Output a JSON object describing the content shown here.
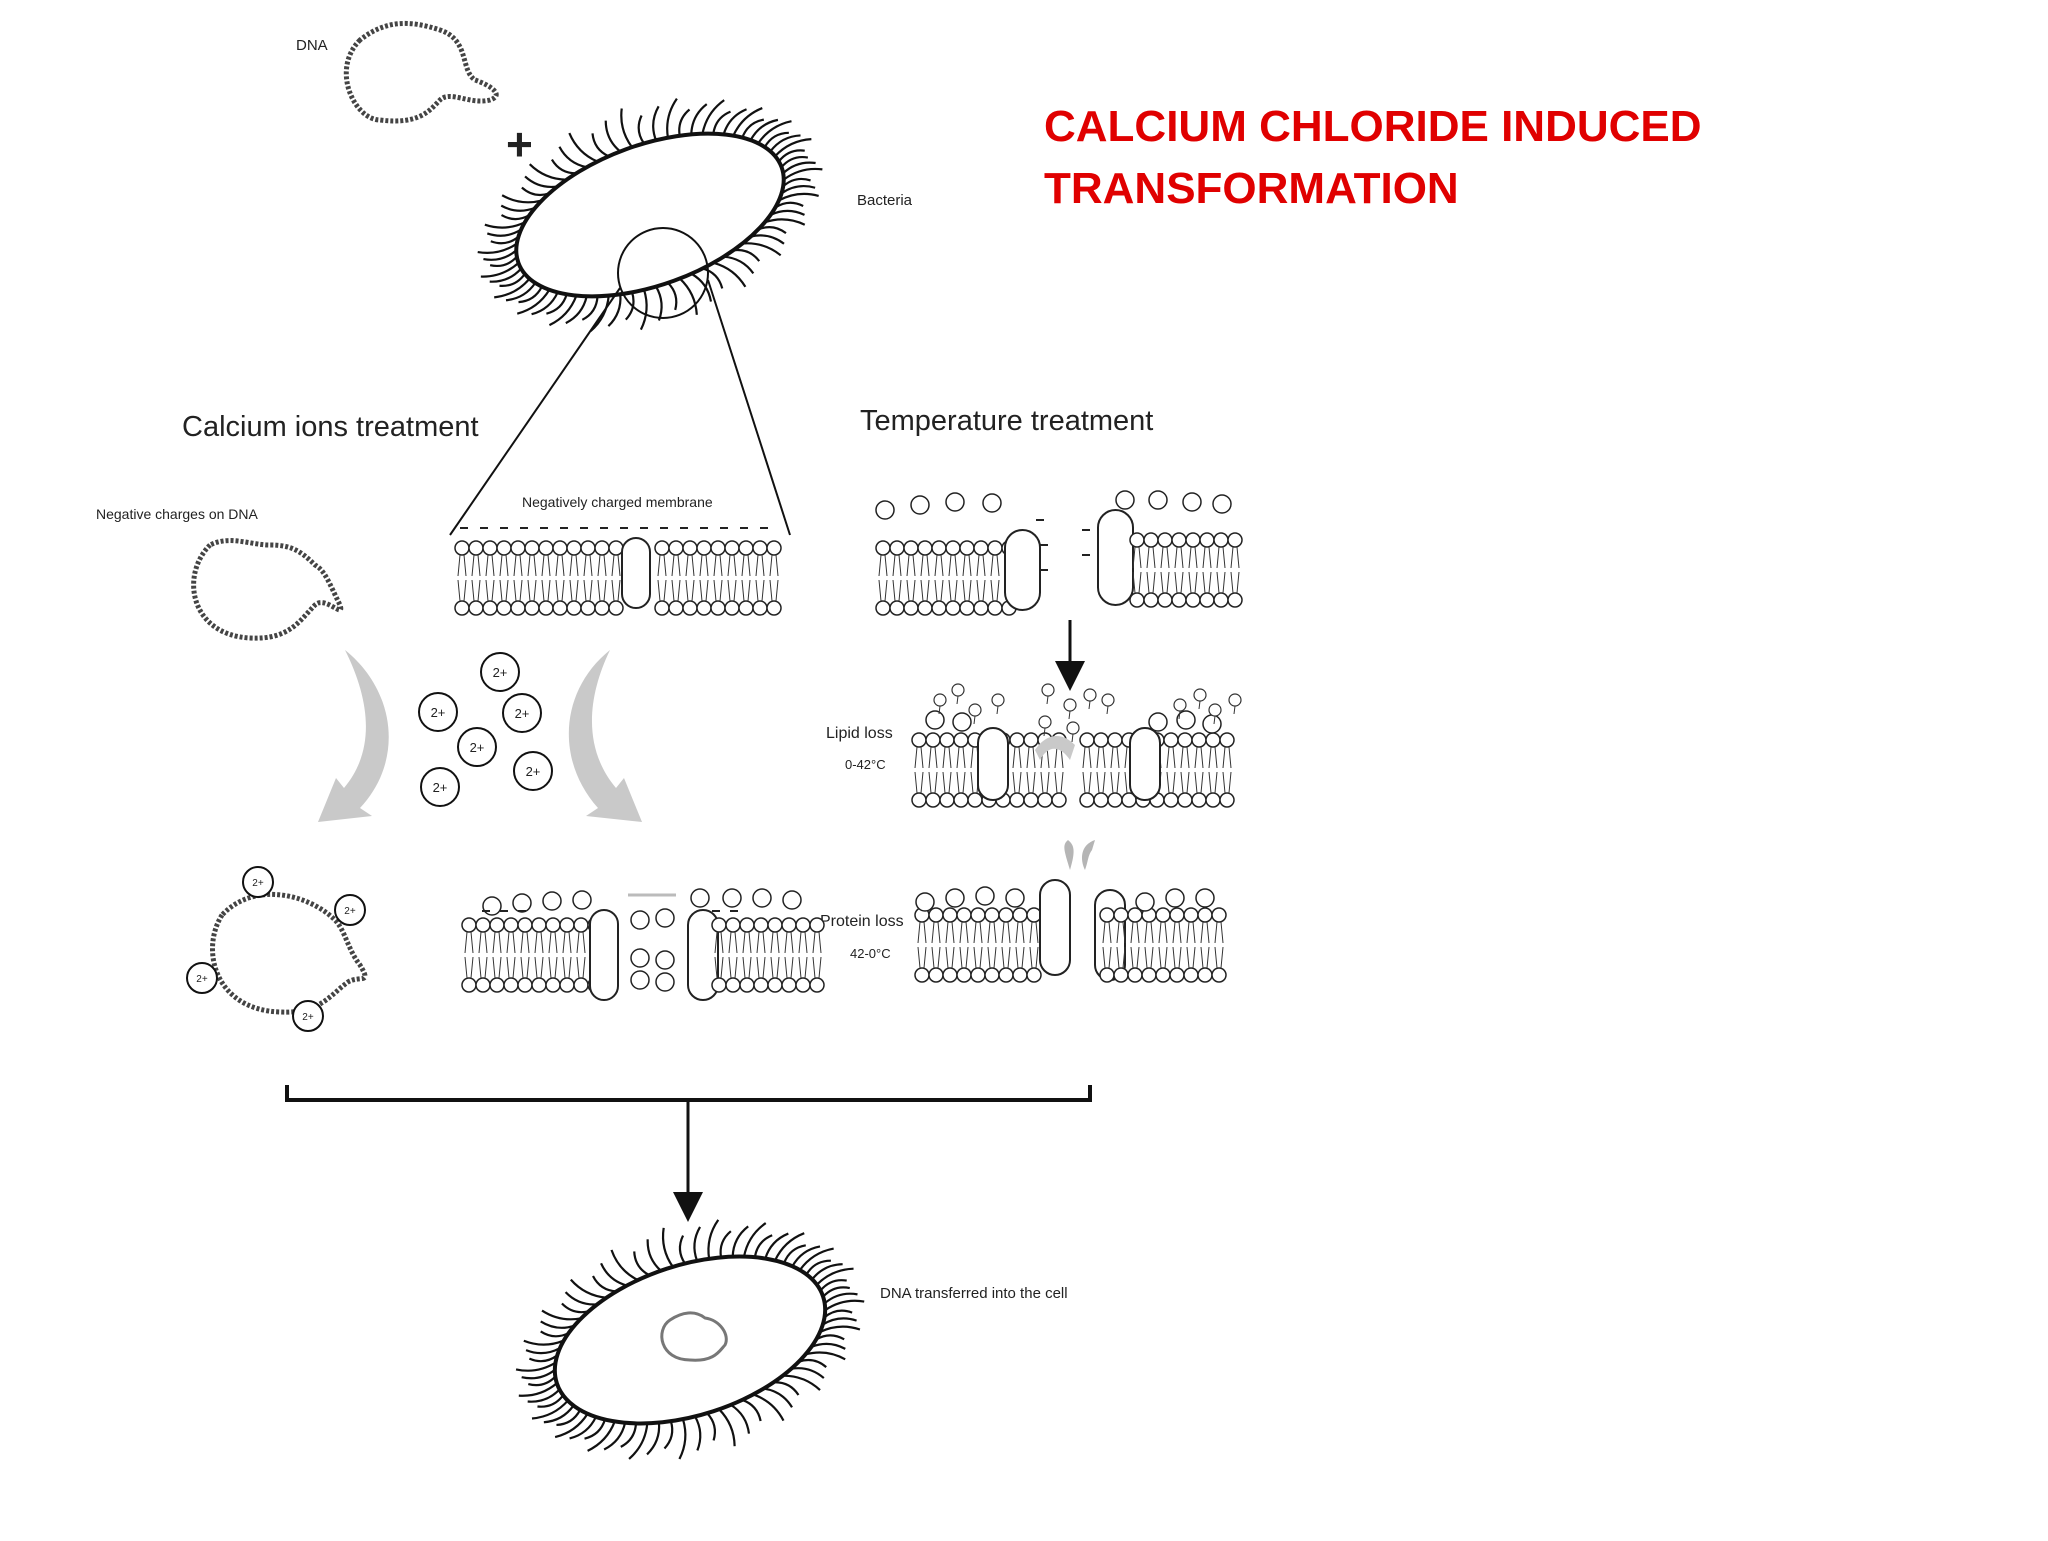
{
  "title": {
    "line1": "CALCIUM CHLORIDE INDUCED",
    "line2": "TRANSFORMATION",
    "color": "#e00000"
  },
  "labels": {
    "dna": "DNA",
    "plus": "+",
    "bacteria": "Bacteria",
    "calcium_treatment": "Calcium ions treatment",
    "temperature_treatment": "Temperature treatment",
    "negative_dna": "Negative charges on DNA",
    "negative_membrane": "Negatively charged membrane",
    "lipid_loss": "Lipid loss",
    "lipid_temp": "0-42°C",
    "protein_loss": "Protein loss",
    "protein_temp": "42-0°C",
    "dna_transferred": "DNA transferred into the cell",
    "ion": "2+"
  }
}
